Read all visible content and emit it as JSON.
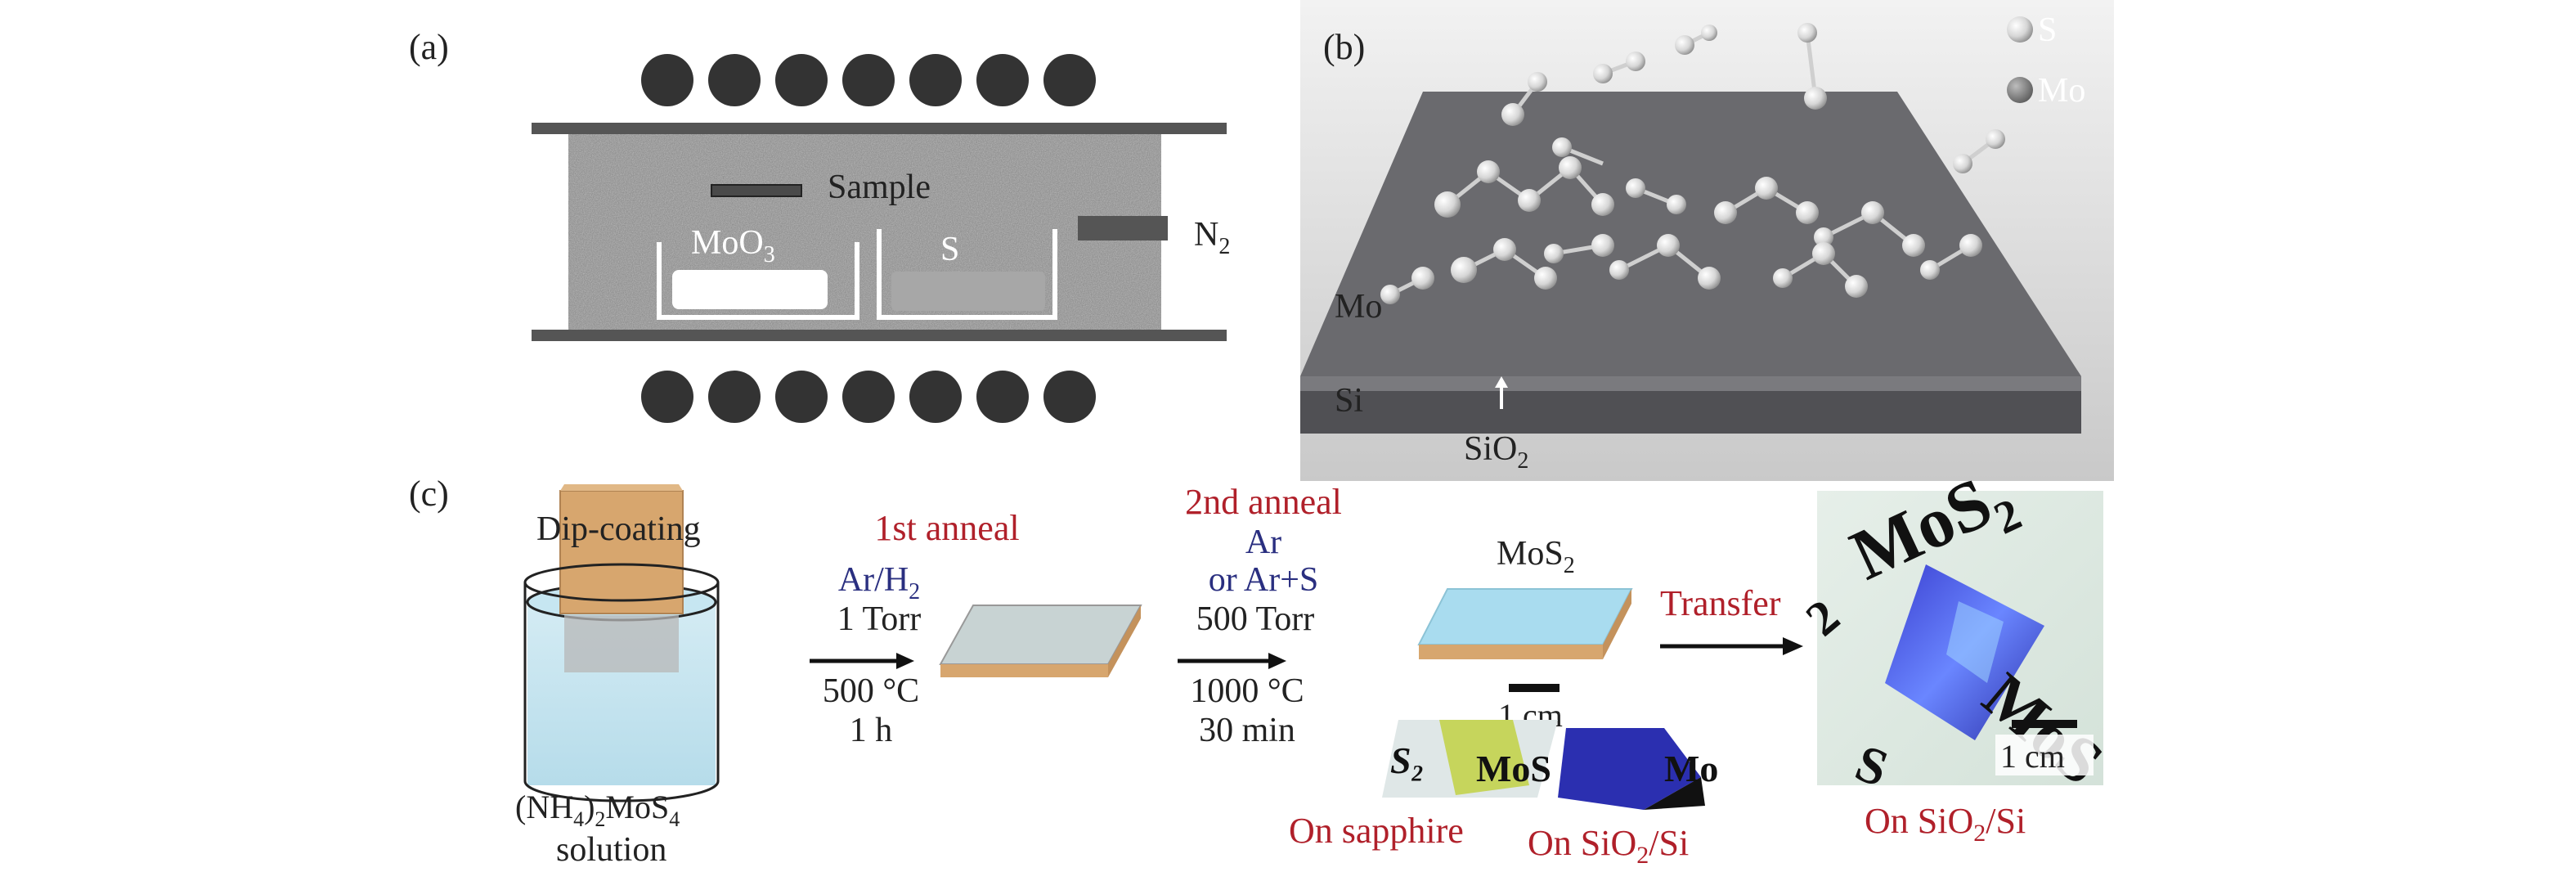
{
  "panel_a": {
    "label": "(a)",
    "sample_label": "Sample",
    "moo3_label": "MoO",
    "moo3_sub": "3",
    "s_label": "S",
    "n2_label": "N",
    "n2_sub": "2"
  },
  "panel_b": {
    "label": "(b)",
    "legend": [
      {
        "name": "S",
        "color": "#d9d9d9"
      },
      {
        "name": "Mo",
        "color": "#8c8c8c"
      }
    ],
    "mo_layer_label": "Mo",
    "si_layer_label": "Si",
    "sio2_label": "SiO",
    "sio2_sub": "2"
  },
  "panel_c": {
    "label": "(c)",
    "dipcoating_label": "Dip-coating",
    "solution_prefix": "(NH",
    "solution_sub1": "4",
    "solution_mid": ")",
    "solution_sub2": "2",
    "solution_suffix": "MoS",
    "solution_sub3": "4",
    "solution_word": "solution",
    "anneal1": {
      "title": "1st anneal",
      "gas_prefix": "Ar/H",
      "gas_sub": "2",
      "pressure": "1 Torr",
      "temperature": "500 °C",
      "time": "1 h"
    },
    "anneal2": {
      "title": "2nd anneal",
      "gas1": "Ar",
      "gas2": "or Ar+S",
      "pressure": "500 Torr",
      "temperature": "1000 °C",
      "time": "30 min"
    },
    "mos2_label": "MoS",
    "mos2_sub": "2",
    "scale_bar_1": "1 cm",
    "transfer_label": "Transfer",
    "scale_bar_2": "1 cm",
    "photo_text_mos2": "MoS",
    "photo_text_sub": "2",
    "photo_text_partial1": "MoS",
    "photo_text_partial2": "S",
    "photo_text_partial3": "S₂",
    "photo_text_partial4": "Mo",
    "on_sapphire": "On sapphire",
    "on_sio2_prefix": "On SiO",
    "on_sio2_sub": "2",
    "on_sio2_suffix": "/Si",
    "on_sio2_final_prefix": "On SiO",
    "on_sio2_final_sub": "2",
    "on_sio2_final_suffix": "/Si"
  },
  "colors": {
    "red_label": "#b0202a",
    "blue_label": "#2a2f80",
    "heater": "#333333",
    "furnace_fill": "#8f8f8f",
    "substrate_top": "#c8d3d3",
    "substrate_bottom": "#d7a66e",
    "mos2_top": "#a9dcef"
  }
}
